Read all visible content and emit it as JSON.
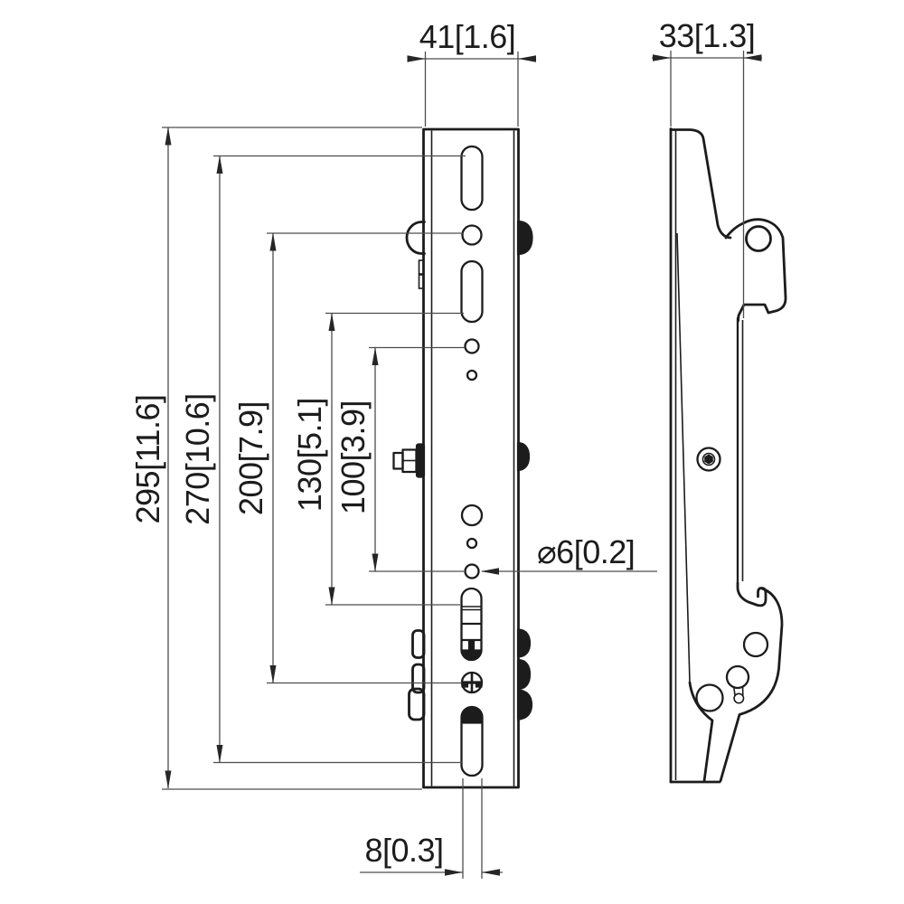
{
  "drawing": {
    "type": "technical-orthographic-drawing",
    "subject": "TV wall-mount bracket strip, front view and side profile view",
    "units_format": "mm[inch]",
    "colors": {
      "background": "#ffffff",
      "geometry_line": "#1c1c1c",
      "dimension_line": "#4d4d4d",
      "text": "#1c1c1c"
    },
    "views": {
      "front": {
        "label": "front-view-of-bracket"
      },
      "side": {
        "label": "side-profile-view-of-bracket"
      }
    },
    "dimensions": {
      "front_width": "41[1.6]",
      "side_depth": "33[1.3]",
      "overall_height": "295[11.6]",
      "mount_span": "270[10.6]",
      "span_200": "200[7.9]",
      "span_130": "130[5.1]",
      "span_100": "100[3.9]",
      "hole_diameter": "⌀6[0.2]",
      "slot_width": "8[0.3]"
    }
  }
}
